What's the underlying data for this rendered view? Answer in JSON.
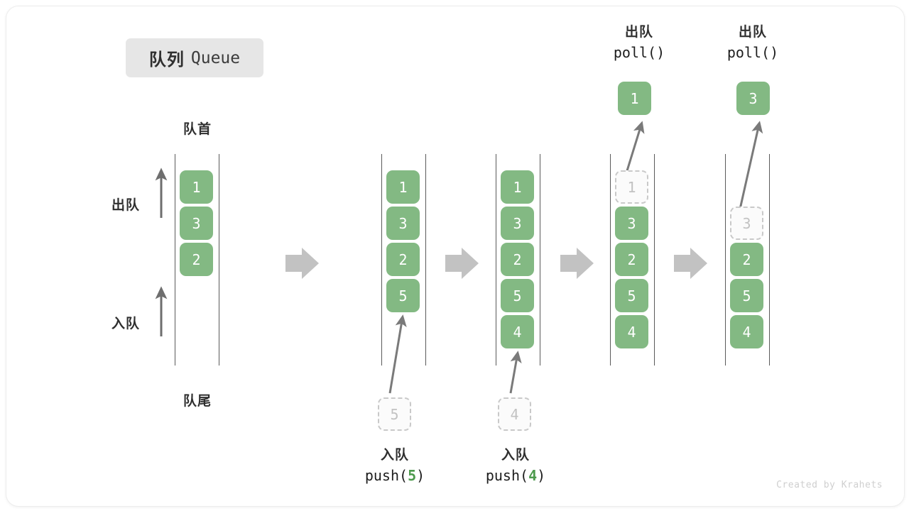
{
  "title": {
    "cn": "队列",
    "en": "Queue"
  },
  "labels": {
    "front": "队首",
    "rear": "队尾",
    "dequeue_arrow": "出队",
    "enqueue_arrow": "入队"
  },
  "operations": {
    "push5": {
      "cn": "入队",
      "fn_prefix": "push(",
      "arg": "5",
      "fn_suffix": ")"
    },
    "push4": {
      "cn": "入队",
      "fn_prefix": "push(",
      "arg": "4",
      "fn_suffix": ")"
    },
    "poll1": {
      "cn": "出队",
      "fn": "poll()"
    },
    "poll2": {
      "cn": "出队",
      "fn": "poll()"
    }
  },
  "popped": {
    "first": "1",
    "second": "3"
  },
  "incoming": {
    "first": "5",
    "second": "4"
  },
  "columns": [
    {
      "name": "initial",
      "cells": [
        "1",
        "3",
        "2"
      ]
    },
    {
      "name": "after-push-5",
      "cells": [
        "1",
        "3",
        "2",
        "5"
      ]
    },
    {
      "name": "after-push-4",
      "cells": [
        "1",
        "3",
        "2",
        "5",
        "4"
      ]
    },
    {
      "name": "poll-first",
      "cells": [
        "1",
        "3",
        "2",
        "5",
        "4"
      ],
      "ghost_index": 0
    },
    {
      "name": "poll-second",
      "cells": [
        "3",
        "2",
        "5",
        "4"
      ],
      "ghost_index": 0,
      "ghost_offset": 1
    }
  ],
  "colors": {
    "cell_green": "#83b983",
    "ghost_border": "#c9c9c9",
    "ghost_text": "#c2c2c2",
    "rail": "#5a5a5a",
    "arrow_gray": "#c2c2c2",
    "thin_arrow": "#6e6e6e",
    "badge_bg": "#e6e6e6",
    "text_dark": "#2f2f2f",
    "accent_green": "#4d9a4d",
    "footer_text": "#cfcfcf"
  },
  "footer": "Created by Krahets"
}
